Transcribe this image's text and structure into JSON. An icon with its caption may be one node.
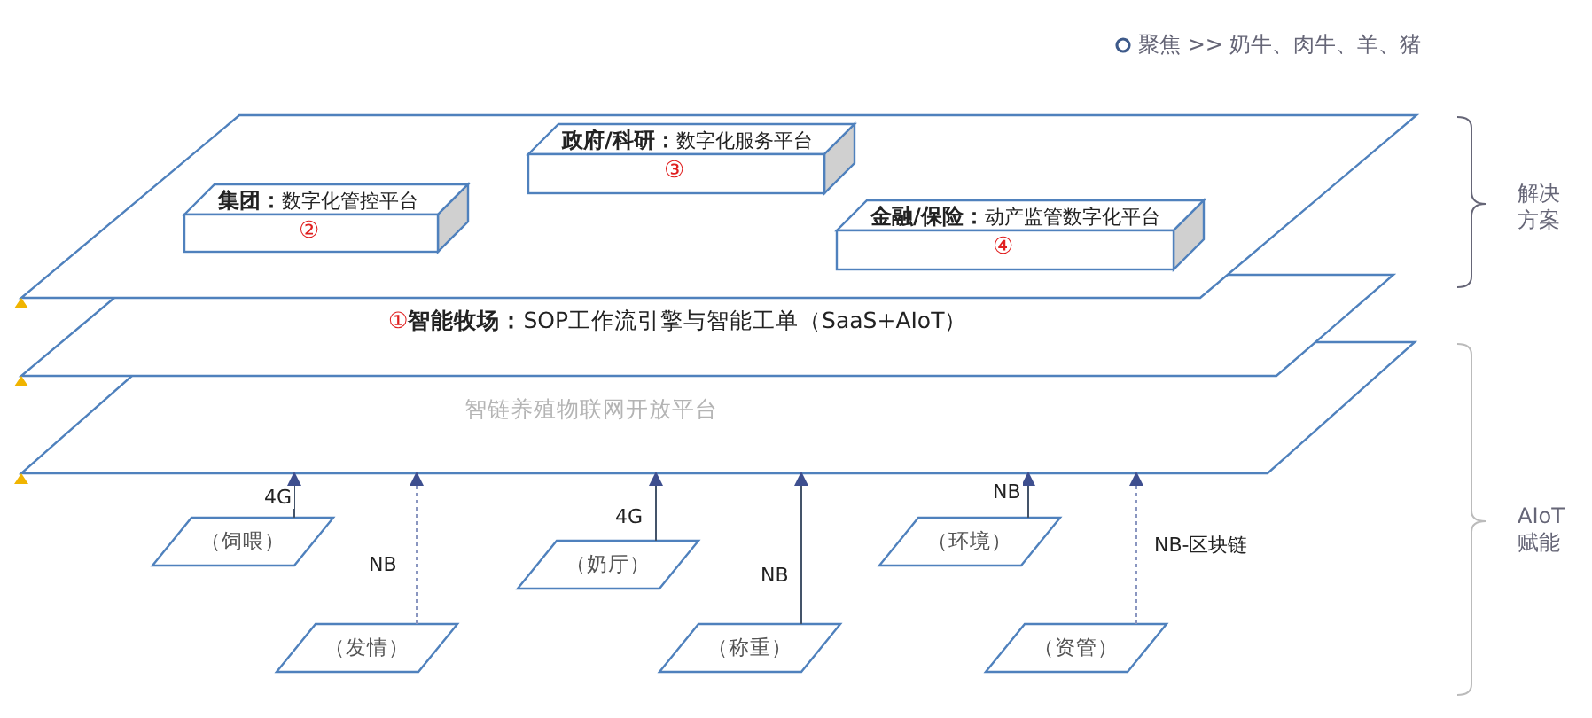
{
  "diagram": {
    "nodes": [
      {
        "text": [],
        "shape": "band"
      },
      {
        "text": [
          "**集团：**数字化管控平台",
          "②"
        ],
        "in": 0
      },
      {
        "text": [
          "**政府/科研：**数字化服务平台",
          "③"
        ],
        "in": 0
      },
      {
        "text": [
          "**金融/保险：**动产监管数字化平台",
          "④"
        ],
        "in": 0
      },
      {
        "text": [
          "①",
          "**智能牧场：**SOP工作流引擎与智能工单（SaaS+AIoT）"
        ]
      },
      {
        "text": [
          "智链养殖物联网开放平台"
        ]
      },
      {
        "text": [
          "（饲喂）"
        ]
      },
      {
        "text": [
          "（奶厅）"
        ]
      },
      {
        "text": [
          "（环境）"
        ]
      },
      {
        "text": [
          "（发情）"
        ]
      },
      {
        "text": [
          "（称重）"
        ]
      },
      {
        "text": [
          "（资管）"
        ]
      }
    ],
    "edges": [
      {
        "from": 6,
        "to": 5,
        "arrow": "to",
        "label": "4G"
      },
      {
        "from": 7,
        "to": 5,
        "arrow": "to",
        "label": "4G"
      },
      {
        "from": 8,
        "to": 5,
        "arrow": "to",
        "label": "NB"
      },
      {
        "from": 9,
        "to": 5,
        "arrow": "to",
        "label": "NB",
        "style": "dashed"
      },
      {
        "from": 10,
        "to": 5,
        "arrow": "to",
        "label": "NB"
      },
      {
        "from": 11,
        "to": 5,
        "arrow": "to",
        "label": "NB-区块链",
        "style": "dashed"
      }
    ],
    "labels": [
      "聚焦 >> 奶牛、肉牛、羊、猪",
      "解决方案",
      "AIoT赋能"
    ]
  }
}
